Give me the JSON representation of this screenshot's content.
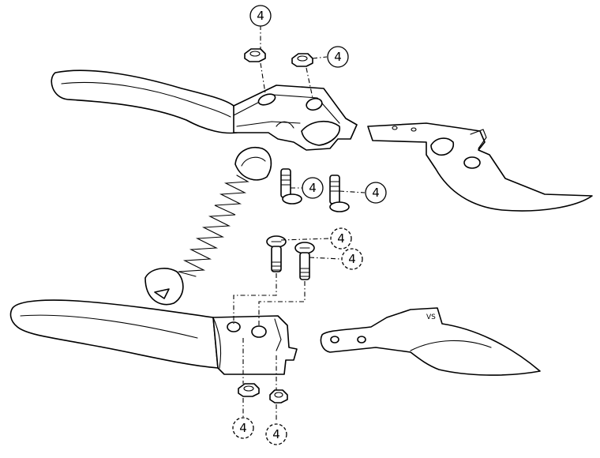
{
  "callouts": {
    "top_nut_left": "4",
    "top_nut_right": "4",
    "top_bolt_left": "4",
    "top_bolt_right": "4",
    "mid_bolt_upper": "4",
    "mid_bolt_lower": "4",
    "bottom_nut_left": "4",
    "bottom_nut_right": "4"
  },
  "blade_stamp": "VS"
}
